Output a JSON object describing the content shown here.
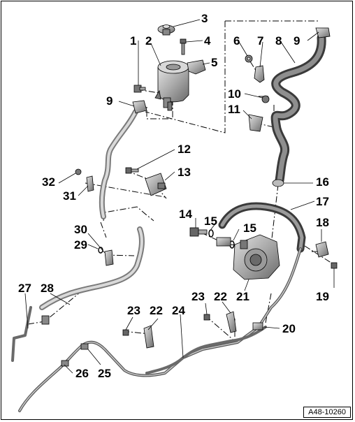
{
  "colors": {
    "part_fill": "#b5b5b5",
    "part_dark": "#6e6e6e",
    "hose_fill": "#a8a8a8",
    "line": "#000000"
  },
  "callouts": {
    "c1": "1",
    "c2": "2",
    "c3": "3",
    "c4": "4",
    "c5": "5",
    "c6": "6",
    "c7": "7",
    "c8": "8",
    "c9a": "9",
    "c9b": "9",
    "c10": "10",
    "c11": "11",
    "c12": "12",
    "c13": "13",
    "c14": "14",
    "c15a": "15",
    "c15b": "15",
    "c16": "16",
    "c17": "17",
    "c18": "18",
    "c19": "19",
    "c20": "20",
    "c21": "21",
    "c22a": "22",
    "c22b": "22",
    "c23a": "23",
    "c23b": "23",
    "c24": "24",
    "c25": "25",
    "c26": "26",
    "c27": "27",
    "c28": "28",
    "c29": "29",
    "c30": "30",
    "c31": "31",
    "c32": "32"
  },
  "figure_ref": "A48-10260"
}
